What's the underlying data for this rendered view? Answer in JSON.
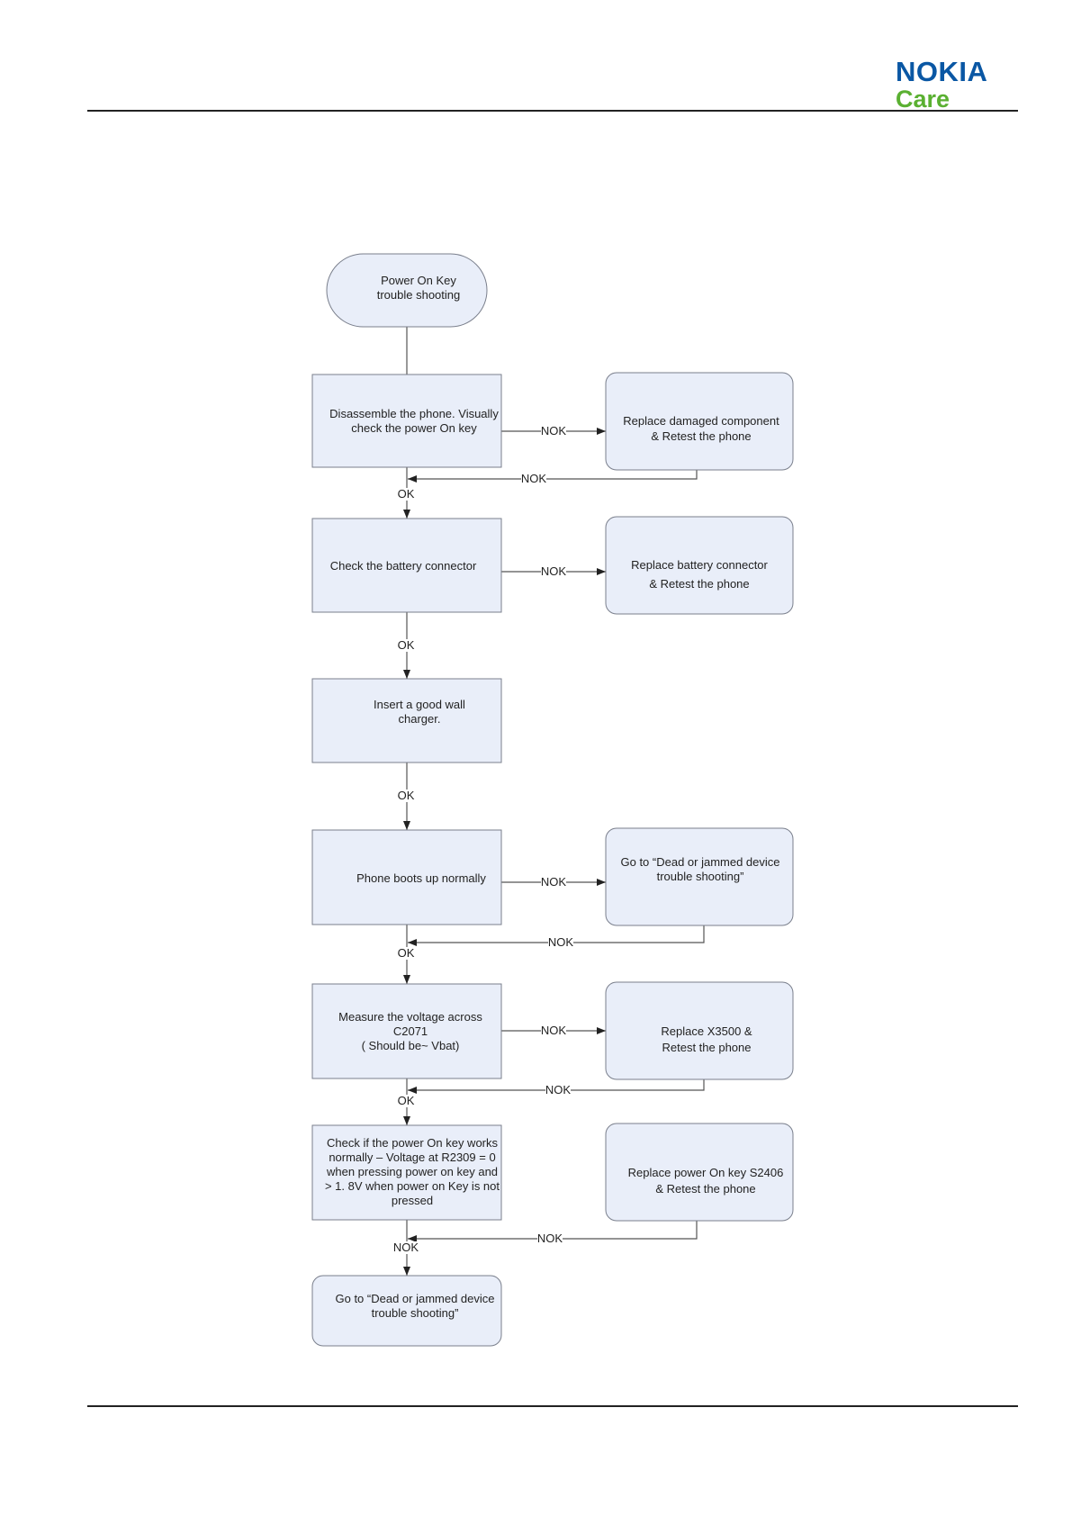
{
  "header": {
    "logo_primary": "NOKIA",
    "logo_secondary": "Care"
  },
  "colors": {
    "brand_blue": "#0a57a4",
    "brand_green": "#5ab031",
    "node_fill": "#e9eef9",
    "node_stroke": "#7a7f8c",
    "line": "#555555"
  },
  "flowchart": {
    "nodes": {
      "start": [
        "Power On  Key",
        "trouble shooting"
      ],
      "step_disassemble": [
        "Disassemble the phone. Visually",
        "check the power On key"
      ],
      "fix_component": [
        "Replace damaged component",
        "& Retest the phone"
      ],
      "step_battery": [
        "Check the battery connector"
      ],
      "fix_battery": [
        "Replace battery connector",
        "& Retest the phone"
      ],
      "step_charger": [
        "Insert a good wall",
        "charger."
      ],
      "step_boots": [
        "Phone boots up normally"
      ],
      "goto_dead_1": [
        "Go to “Dead or jammed device",
        "trouble shooting”"
      ],
      "step_voltage": [
        "Measure the voltage across",
        "C2071",
        "(  Should be~ Vbat)"
      ],
      "fix_x3500": [
        "Replace X3500 &",
        "Retest the phone"
      ],
      "step_key": [
        "Check if the power On key works",
        "normally – Voltage at R2309 =  0",
        "when pressing power on key and",
        "> 1. 8V when power on Key is not",
        "pressed"
      ],
      "fix_key": [
        "Replace power On key S2406",
        "& Retest the phone"
      ],
      "goto_dead_2": [
        "Go to “Dead or jammed device",
        "trouble shooting”"
      ]
    },
    "edge_labels": {
      "disassemble_nok": "NOK",
      "component_return": "NOK",
      "disassemble_ok": "OK",
      "battery_nok": "NOK",
      "battery_ok": "OK",
      "charger_ok": "OK",
      "boots_nok": "NOK",
      "dead1_return": "NOK",
      "boots_ok": "OK",
      "voltage_nok": "NOK",
      "x3500_return": "NOK",
      "voltage_ok": "OK",
      "key_return": "NOK",
      "key_nok": "NOK"
    }
  }
}
